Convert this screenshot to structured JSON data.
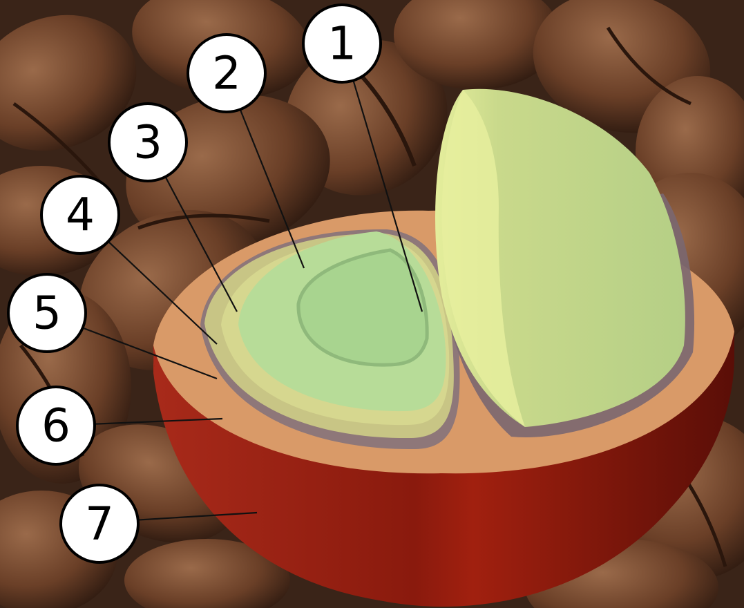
{
  "diagram": {
    "subject": "coffee-cherry-cross-section",
    "colors": {
      "background_beans": "#5a3622",
      "exocarp": "#8e1a0c",
      "mesocarp_pulp": "#d99a68",
      "parchment": "#c8c585",
      "silverskin": "#8e7779",
      "endosperm": "#b7dc98",
      "embryo": "#a8d48f",
      "bean_half": "#d6e49a",
      "callout_fill": "#ffffff",
      "callout_stroke": "#000000"
    },
    "callouts": [
      {
        "number": "1"
      },
      {
        "number": "2"
      },
      {
        "number": "3"
      },
      {
        "number": "4"
      },
      {
        "number": "5"
      },
      {
        "number": "6"
      },
      {
        "number": "7"
      }
    ]
  }
}
